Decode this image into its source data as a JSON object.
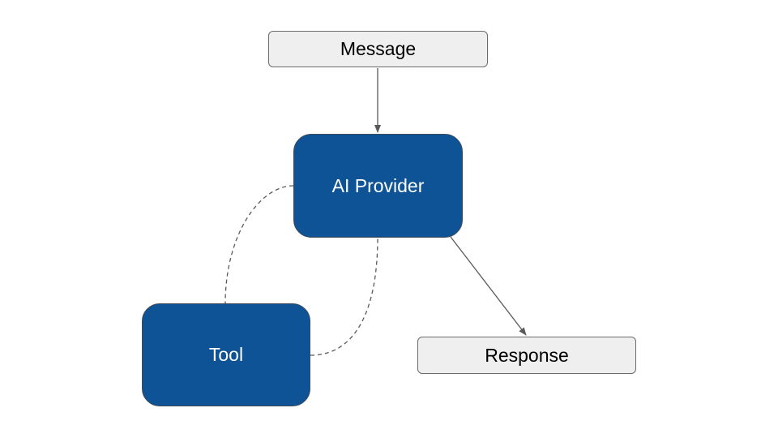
{
  "nodes": {
    "message": "Message",
    "provider": "AI Provider",
    "tool": "Tool",
    "response": "Response"
  },
  "edges": [
    {
      "from": "message",
      "to": "provider",
      "style": "solid",
      "arrow": true
    },
    {
      "from": "provider",
      "to": "response",
      "style": "solid",
      "arrow": true
    },
    {
      "from": "provider",
      "to": "tool",
      "style": "dashed",
      "arrow": false
    },
    {
      "from": "tool",
      "to": "provider",
      "style": "dashed",
      "arrow": false
    }
  ],
  "colors": {
    "dark_node": "#0d5396",
    "light_node": "#efefef",
    "connector": "#595959"
  }
}
